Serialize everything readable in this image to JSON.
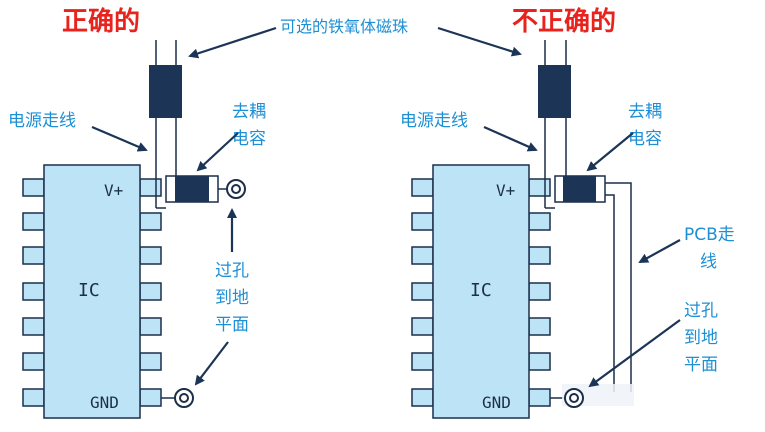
{
  "titles": {
    "correct": "正确的",
    "incorrect": "不正确的"
  },
  "labels": {
    "ferrite_bead": "可选的铁氧体磁珠",
    "power_trace": "电源走线",
    "decoupling_cap_line1": "去耦",
    "decoupling_cap_line2": "电容",
    "via_line1": "过孔",
    "via_line2": "到地",
    "via_line3": "平面",
    "pcb_trace_line1": "PCB走",
    "pcb_trace_line2": "线",
    "ic": "IC",
    "vplus": "V+",
    "gnd": "GND"
  },
  "colors": {
    "title_red": "#e8231e",
    "label_blue": "#1d8fd4",
    "chip_fill": "#bde3f7",
    "outline": "#1c2f4a",
    "bead_fill": "#1c3557",
    "arrow": "#1c3557"
  }
}
